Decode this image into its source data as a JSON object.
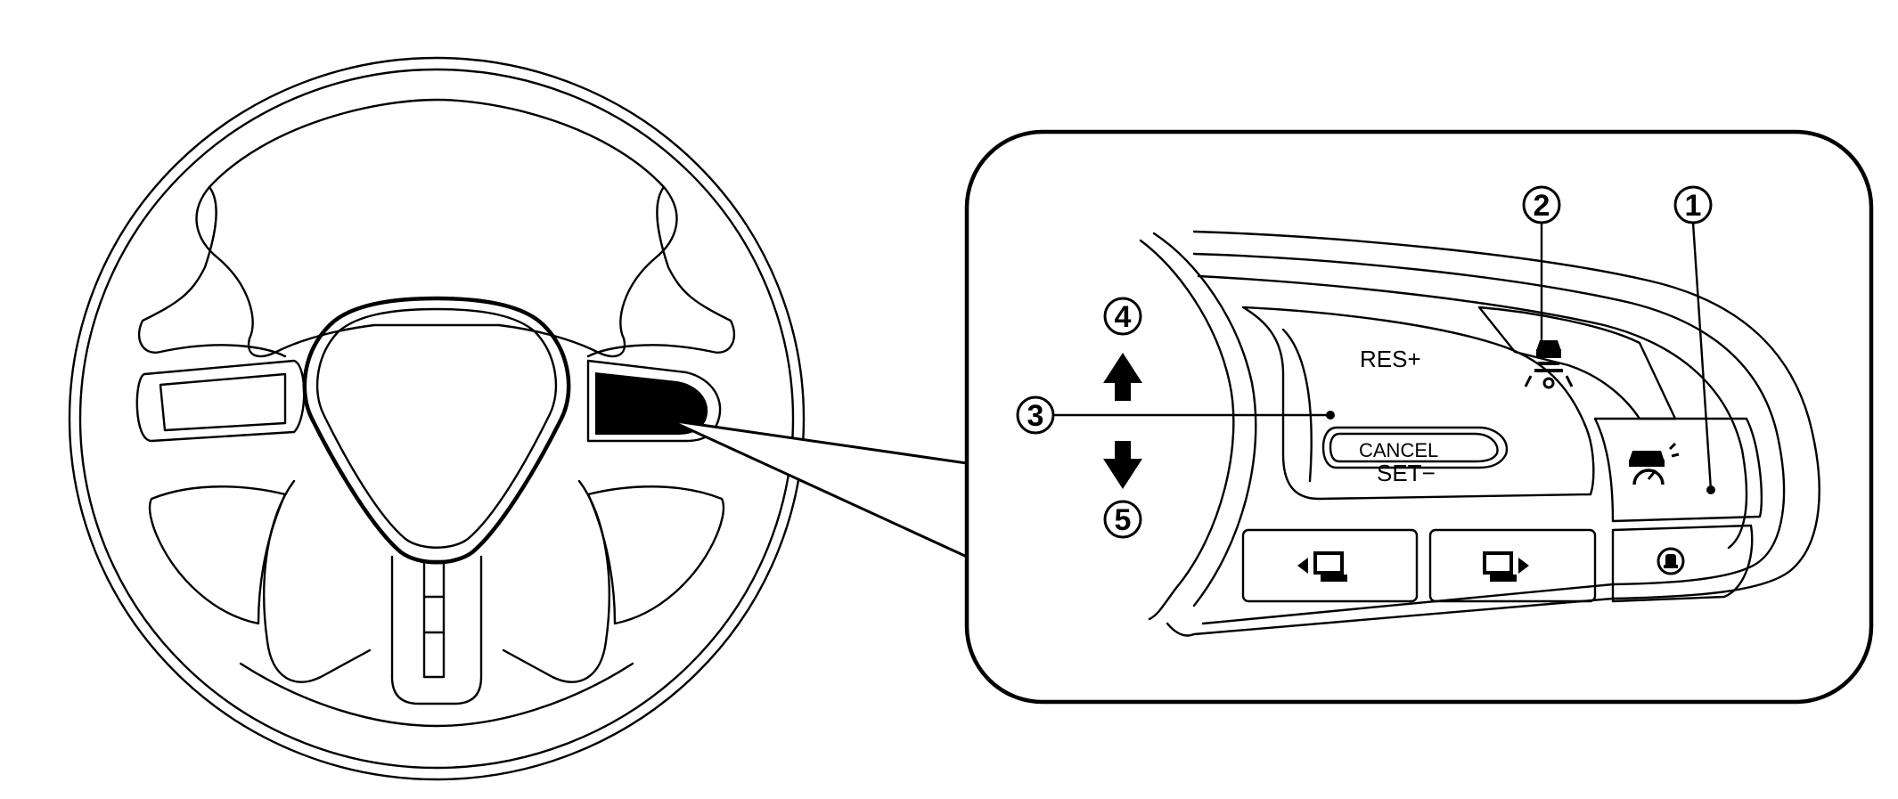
{
  "diagram": {
    "labels": {
      "res_plus": "RES+",
      "cancel": "CANCEL",
      "set_minus": "SET−"
    },
    "callouts": [
      {
        "id": "1",
        "text": "1"
      },
      {
        "id": "2",
        "text": "2"
      },
      {
        "id": "3",
        "text": "3"
      },
      {
        "id": "4",
        "text": "4"
      },
      {
        "id": "5",
        "text": "5"
      }
    ],
    "icons": [
      "distance-lane-icon",
      "car-speedometer-icon",
      "vehicle-assist-icon",
      "prev-screen-icon",
      "next-screen-icon",
      "arrow-up-icon",
      "arrow-down-icon"
    ]
  }
}
